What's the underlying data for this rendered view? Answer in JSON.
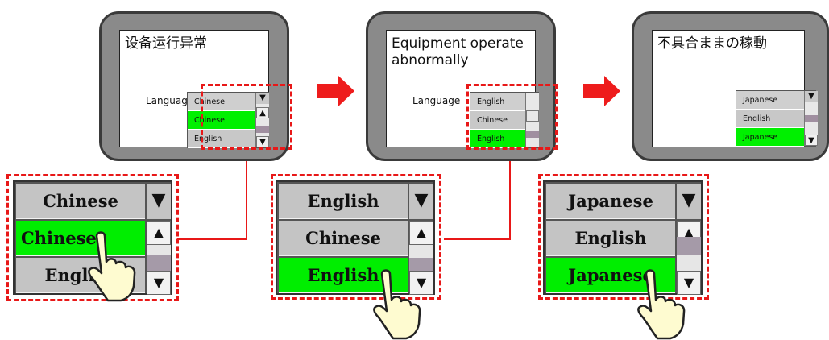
{
  "screens": [
    {
      "title": "设备运行异常",
      "language_label": "Language",
      "dropdown": {
        "selected": "Chinese",
        "options": [
          "Chinese",
          "English"
        ],
        "highlighted": "Chinese"
      }
    },
    {
      "title": "Equipment operate\nabnormally",
      "language_label": "Language",
      "dropdown": {
        "selected": "English",
        "options": [
          "Chinese",
          "English"
        ],
        "highlighted": "English"
      }
    },
    {
      "title": "不具合ままの稼動",
      "language_label": "",
      "dropdown": {
        "selected": "Japanese",
        "options": [
          "English",
          "Japanese"
        ],
        "highlighted": "Japanese"
      }
    }
  ],
  "zoom": [
    {
      "selected": "Chinese",
      "options": [
        "Chinese",
        "English"
      ],
      "highlighted": "Chinese"
    },
    {
      "selected": "English",
      "options": [
        "Chinese",
        "English"
      ],
      "highlighted": "English"
    },
    {
      "selected": "Japanese",
      "options": [
        "English",
        "Japanese"
      ],
      "highlighted": "Japanese"
    }
  ],
  "icons": {
    "down": "▼",
    "up": "▲"
  },
  "colors": {
    "highlight": "#00ee00",
    "callout": "#e81818",
    "bezel": "#8a8a8a",
    "scroll_thumb": "#a59aa8"
  }
}
